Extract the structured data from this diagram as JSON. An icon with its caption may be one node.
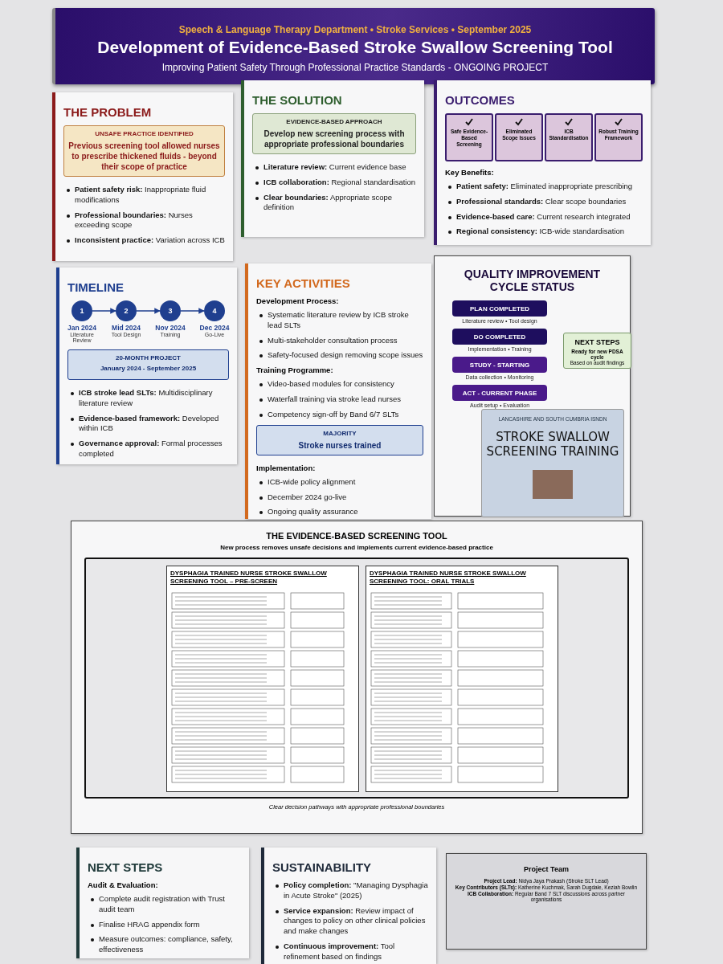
{
  "diagram": {
    "nodes": [
      {
        "text": [
          "Speech & Language Therapy Department • Stroke Services • September 2025",
          "Development of Evidence-Based Stroke Swallow Screening Tool",
          "Improving Patient Safety Through Professional Practice Standards - ONGOING PROJECT"
        ]
      },
      {
        "text": [
          "THE PROBLEM",
          "**Patient safety risk:** Inappropriate fluid modifications",
          "**Professional boundaries:** Nurses exceeding scope",
          "**Inconsistent practice:** Variation across ICB"
        ]
      },
      {
        "text": [
          "UNSAFE PRACTICE IDENTIFIED",
          "Previous screening tool allowed nurses to prescribe thickened fluids - beyond their scope of practice"
        ],
        "in": 1
      },
      {
        "text": [
          "THE SOLUTION",
          "**Literature review:** Current evidence base",
          "**ICB collaboration:** Regional standardisation",
          "**Clear boundaries:** Appropriate scope definition"
        ]
      },
      {
        "text": [
          "EVIDENCE-BASED APPROACH",
          "Develop new screening process with appropriate professional boundaries"
        ],
        "in": 3
      },
      {
        "text": [
          "OUTCOMES",
          "Key Benefits:",
          "**Patient safety:** Eliminated inappropriate prescribing",
          "**Professional standards:** Clear scope boundaries",
          "**Evidence-based care:** Current research integrated",
          "**Regional consistency:** ICB-wide standardisation"
        ]
      },
      {
        "text": [
          "Safe Evidence-Based Screening"
        ],
        "in": 5
      },
      {
        "text": [
          "Eliminated Scope Issues"
        ],
        "in": 5
      },
      {
        "text": [
          "ICB Standardisation"
        ],
        "in": 5
      },
      {
        "text": [
          "Robust Training Framework"
        ],
        "in": 5
      },
      {
        "text": [
          "TIMELINE",
          "**ICB stroke lead SLTs:** Multidisciplinary literature review",
          "**Evidence-based framework:** Developed within ICB",
          "**Governance approval:** Formal processes completed"
        ]
      },
      {
        "text": [
          "1"
        ],
        "beside": [
          "Jan 2024",
          "Literature Review"
        ],
        "in": 10
      },
      {
        "text": [
          "2"
        ],
        "beside": [
          "Mid 2024",
          "Tool Design"
        ],
        "in": 10
      },
      {
        "text": [
          "3"
        ],
        "beside": [
          "Nov 2024",
          "Training"
        ],
        "in": 10
      },
      {
        "text": [
          "4"
        ],
        "beside": [
          "Dec 2024",
          "Go-Live"
        ],
        "in": 10
      },
      {
        "text": [
          "20-MONTH PROJECT",
          "January 2024 - September 2025"
        ],
        "in": 10
      },
      {
        "text": [
          "KEY ACTIVITIES",
          "Development Process:",
          "Systematic literature review by ICB stroke lead SLTs",
          "Multi-stakeholder consultation process",
          "Safety-focused design removing scope issues",
          "Training Programme:",
          "Video-based modules for consistency",
          "Waterfall training via stroke lead nurses",
          "Competency sign-off by Band 6/7 SLTs",
          "Implementation:",
          "ICB-wide policy alignment",
          "December 2024 go-live",
          "Ongoing quality assurance"
        ]
      },
      {
        "text": [
          "MAJORITY",
          "Stroke nurses trained"
        ],
        "in": 16
      },
      {
        "text": [
          "QUALITY IMPROVEMENT CYCLE STATUS"
        ]
      },
      {
        "text": [
          "PLAN COMPLETED"
        ],
        "beside": [
          "Literature review • Tool design"
        ],
        "in": 18
      },
      {
        "text": [
          "DO COMPLETED"
        ],
        "beside": [
          "Implementation • Training"
        ],
        "in": 18
      },
      {
        "text": [
          "STUDY - STARTING"
        ],
        "beside": [
          "Data collection • Monitoring"
        ],
        "in": 18
      },
      {
        "text": [
          "ACT - CURRENT PHASE"
        ],
        "beside": [
          "Audit setup • Evaluation"
        ],
        "in": 18
      },
      {
        "text": [
          "NEXT STEPS",
          "Ready for new PDSA cycle",
          "Based on audit findings"
        ],
        "in": 18
      },
      {
        "text": [
          "LANCASHIRE AND SOUTH CUMBRIA ISNDN",
          "STROKE SWALLOW SCREENING TRAINING"
        ],
        "in": 18
      },
      {
        "text": [
          "THE EVIDENCE-BASED SCREENING TOOL",
          "New process removes unsafe decisions and implements current evidence-based practice",
          "Clear decision pathways with appropriate professional boundaries"
        ]
      },
      {
        "text": [
          "DYSPHAGIA TRAINED NURSE STROKE SWALLOW SCREENING TOOL – PRE-SCREEN"
        ],
        "in": 25
      },
      {
        "text": [
          "DYSPHAGIA TRAINED NURSE STROKE SWALLOW SCREENING TOOL: ORAL TRIALS"
        ],
        "in": 25
      },
      {
        "text": [
          "NEXT STEPS",
          "Audit & Evaluation:",
          "Complete audit registration with Trust audit team",
          "Finalise HRAG appendix form",
          "Measure outcomes: compliance, safety, effectiveness"
        ]
      },
      {
        "text": [
          "SUSTAINABILITY",
          "**Policy completion:** \"Managing Dysphagia in Acute Stroke\" (2025)",
          "**Service expansion:** Review impact of changes to policy on other clinical policies and make changes",
          "**Continuous improvement:** Tool refinement based on findings"
        ]
      },
      {
        "text": [
          "Project Team",
          "**Project Lead:** Nidya Jaya Prakash (Stroke SLT Lead)",
          "**Key Contributors (SLTs):** Katherine Kuchmak, Sarah Dugdale, Keziah Bowlin",
          "**ICB Collaboration:** Regular Band 7 SLT discussions across partner organisations"
        ]
      }
    ],
    "edges": [
      {
        "from": 11,
        "to": 12,
        "arrow": "to"
      },
      {
        "from": 12,
        "to": 13,
        "arrow": "to"
      },
      {
        "from": 13,
        "to": 14,
        "arrow": "to"
      }
    ]
  }
}
